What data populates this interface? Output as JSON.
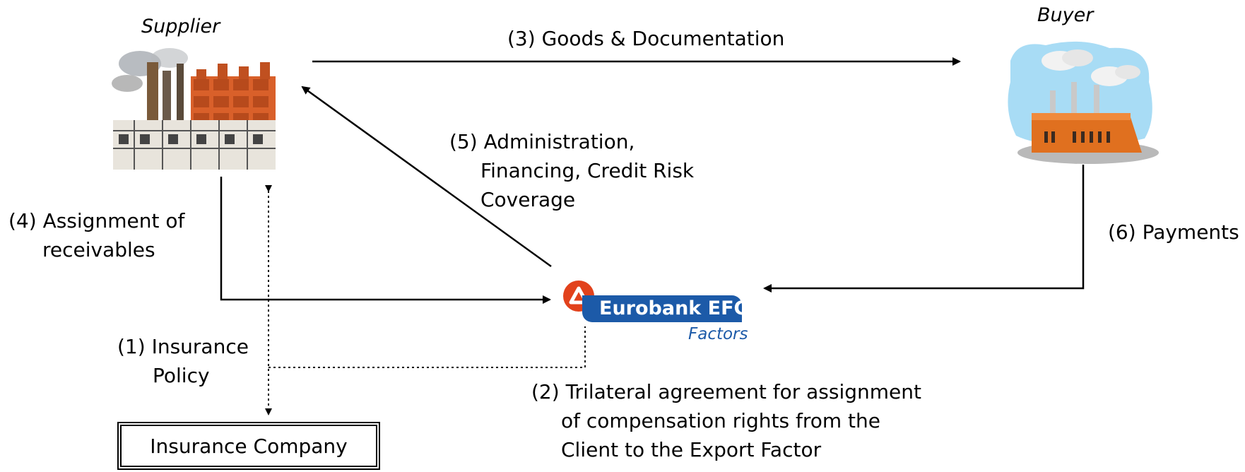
{
  "actors": {
    "supplier": "Supplier",
    "buyer": "Buyer",
    "insurance_company": "Insurance Company"
  },
  "logo": {
    "brand": "Eurobank EFG",
    "sub": "Factors"
  },
  "steps": {
    "s1": [
      "(1) Insurance",
      "Policy"
    ],
    "s2": [
      "(2) Trilateral agreement for assignment",
      "of compensation rights from the",
      "Client to the Export Factor"
    ],
    "s3": [
      "(3) Goods & Documentation"
    ],
    "s4": [
      "(4) Assignment of",
      "receivables"
    ],
    "s5": [
      "(5) Administration,",
      "Financing, Credit Risk",
      "Coverage"
    ],
    "s6": [
      "(6) Payments"
    ]
  },
  "colors": {
    "logo_blue": "#1c5aa8",
    "logo_red": "#e2421c",
    "factory_orange": "#e0701f",
    "sky_blue": "#a8dcf5"
  }
}
